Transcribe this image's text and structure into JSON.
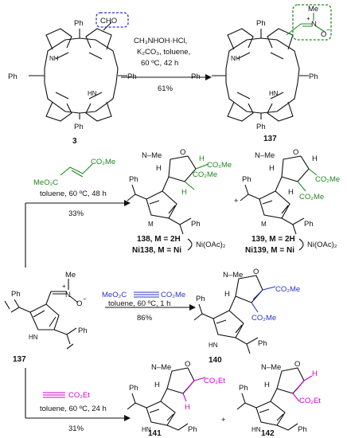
{
  "colors": {
    "green": "#1e8a1e",
    "blue": "#2a34c8",
    "magenta": "#d000d0",
    "ink": "#111111"
  },
  "top": {
    "sub_Ph": "Ph",
    "cho": "CHO",
    "nh": "NH",
    "hn": "HN",
    "cpd3": "3",
    "cond1": "CH₃NHOH·HCl,",
    "cond2": "K₂CO₃, toluene,",
    "cond3": "60 ºC, 42 h",
    "yield": "61%",
    "nitrone_me": "Me",
    "nitrone_n": "N",
    "nitrone_plus": "+",
    "nitrone_o": "O",
    "nitrone_minus": "−",
    "cpd137": "137"
  },
  "r1": {
    "reagent_ester1": "CO₂Me",
    "reagent_ester2": "MeO₂C",
    "cond": "toluene, 60 ºC, 48 h",
    "yield": "33%",
    "plus": "+",
    "nme": "N–Me",
    "o": "O",
    "h": "H",
    "ester": "CO₂Me",
    "m": "M",
    "ph": "Ph",
    "p138a": "138, M = 2H",
    "p138b": "Ni138, M = Ni",
    "p139a": "139, M = 2H",
    "p139b": "Ni139, M = Ni",
    "niac": "Ni(OAc)₂"
  },
  "r2": {
    "reagent_left": "MeO₂C",
    "reagent_right": "CO₂Me",
    "cond": "toluene, 60 ºC, 1 h",
    "yield": "86%",
    "p140": "140"
  },
  "r3": {
    "reagent": "CO₂Et",
    "cond": "toluene, 60 ºC, 24 h",
    "yield": "31%",
    "plus": "+",
    "ester": "CO₂Et",
    "p141": "141",
    "p142": "142"
  },
  "left": {
    "hn": "HN",
    "cpd137": "137"
  }
}
